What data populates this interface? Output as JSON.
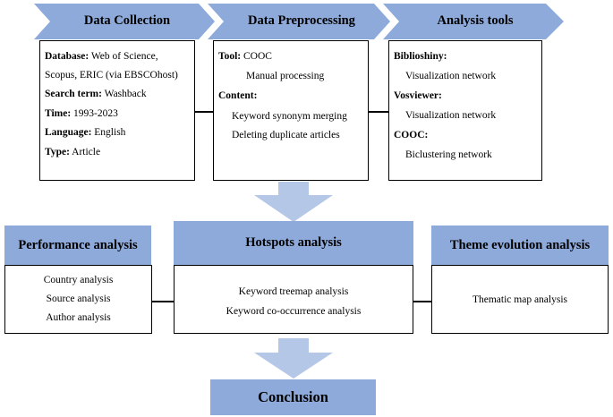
{
  "top": {
    "collection": {
      "title": "Data Collection",
      "rows": [
        {
          "label": "Database:",
          "value": " Web of Science,"
        },
        {
          "label": "",
          "value": "Scopus, ERIC (via EBSCOhost)"
        },
        {
          "label": "Search term:",
          "value": " Washback"
        },
        {
          "label": "Time:",
          "value": " 1993-2023"
        },
        {
          "label": "Language:",
          "value": " English"
        },
        {
          "label": "Type:",
          "value": " Article"
        }
      ]
    },
    "preprocessing": {
      "title": "Data Preprocessing",
      "tool_label": "Tool:",
      "tool_value": " COOC",
      "tool_line2": "Manual processing",
      "content_label": "Content:",
      "content_line1": "Keyword synonym merging",
      "content_line2": "Deleting duplicate articles"
    },
    "tools": {
      "title": "Analysis tools",
      "biblio_label": "Biblioshiny:",
      "biblio_value": "Visualization network",
      "vos_label": "Vosviewer:",
      "vos_value": "Visualization network",
      "cooc_label": "COOC:",
      "cooc_value": "Biclustering network"
    }
  },
  "middle": {
    "performance": {
      "title": "Performance analysis",
      "items": [
        "Country analysis",
        "Source analysis",
        "Author analysis"
      ]
    },
    "hotspots": {
      "title": "Hotspots analysis",
      "items": [
        "Keyword treemap analysis",
        "Keyword co-occurrence analysis"
      ]
    },
    "theme": {
      "title": "Theme evolution analysis",
      "items": [
        "Thematic map analysis"
      ]
    }
  },
  "bottom": {
    "conclusion": "Conclusion"
  },
  "colors": {
    "header_fill": "#8eaadb",
    "arrow_fill": "#b4c7e7"
  }
}
